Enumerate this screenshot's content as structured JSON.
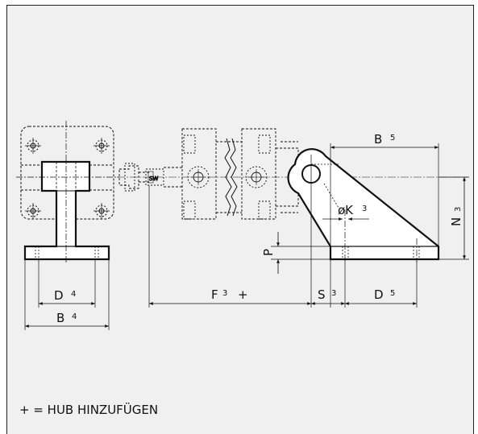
{
  "labels": {
    "d4": "D",
    "d4_sub": "4",
    "b4": "B",
    "b4_sub": "4",
    "b5": "B",
    "b5_sub": "5",
    "n3": "N",
    "n3_sub": "3",
    "ok3": "øK",
    "ok3_sub": "3",
    "p": "P",
    "f3": "F",
    "f3_sub": "3",
    "f3_plus": "+",
    "s3": "S",
    "s3_sub": "3",
    "d5": "D",
    "d5_sub": "5",
    "valve_mark": "SW"
  },
  "footnote": "+ = HUB HINZUFÜGEN",
  "colors": {
    "background": "#f0f0f0",
    "line": "#111111"
  }
}
